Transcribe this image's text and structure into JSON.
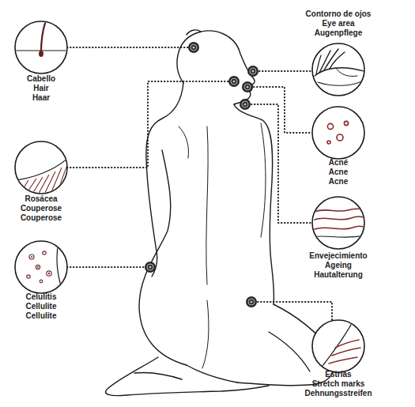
{
  "diagram": {
    "nodes": [
      {
        "text": [
          "Cabello",
          "Hair",
          "Haar"
        ]
      },
      {
        "text": [
          "Contorno de ojos",
          "Eye area",
          "Augenpflege"
        ]
      },
      {
        "text": [
          "Acné",
          "Acne",
          "Acne"
        ]
      },
      {
        "text": [
          "Rosácea",
          "Couperose",
          "Couperose"
        ]
      },
      {
        "text": [
          "Envejecimiento",
          "Ageing",
          "Hautalterung"
        ]
      },
      {
        "text": [
          "Celulitis",
          "Cellulite",
          "Cellulite"
        ]
      },
      {
        "text": [
          "Estrías",
          "Stretch marks",
          "Dehnungsstreifen"
        ]
      }
    ]
  }
}
